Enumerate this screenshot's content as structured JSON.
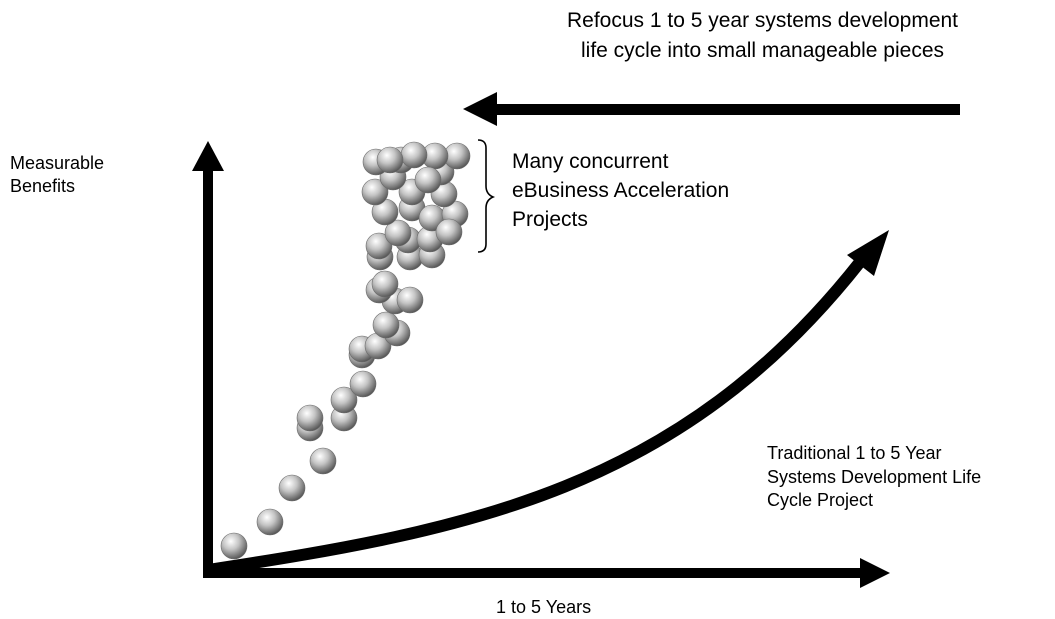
{
  "title_lines": [
    "Refocus 1 to 5 year systems development",
    "life cycle into small manageable pieces"
  ],
  "y_axis_label_lines": [
    "Measurable",
    "Benefits"
  ],
  "x_axis_label": "1 to 5 Years",
  "bracket_label_lines": [
    "Many concurrent",
    "eBusiness Acceleration",
    "Projects"
  ],
  "traditional_label_lines": [
    "Traditional 1 to 5 Year",
    "Systems Development Life",
    "Cycle Project"
  ],
  "colors": {
    "ink": "#000000",
    "sphere_light": "#ffffff",
    "sphere_mid": "#bdbdbd",
    "sphere_dark": "#5a5a5a"
  }
}
